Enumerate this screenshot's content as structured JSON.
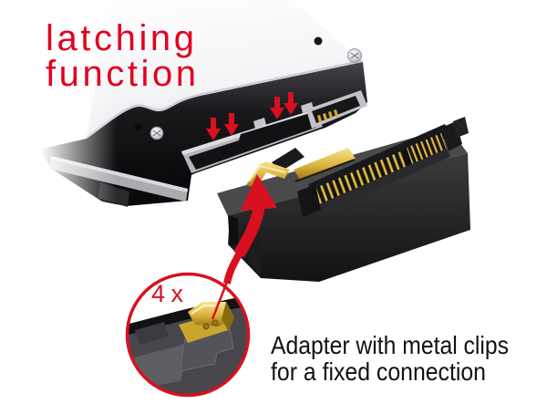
{
  "title": {
    "line1": "latching",
    "line2": "function"
  },
  "magnifier": {
    "label": "4 x"
  },
  "caption": {
    "line1": "Adapter with metal clips",
    "line2": "for a fixed connection"
  },
  "annotations": {
    "insertion_arrow_count": 4
  },
  "colors": {
    "title_red": "#e2001d",
    "accent_red": "#d8101f",
    "text_black": "#111111",
    "gold": "#d9b23c",
    "silver": "#b5b5bb",
    "drive_dark": "#1a1a1e",
    "adapter_gray": "#2d2d2f",
    "background": "#ffffff"
  }
}
